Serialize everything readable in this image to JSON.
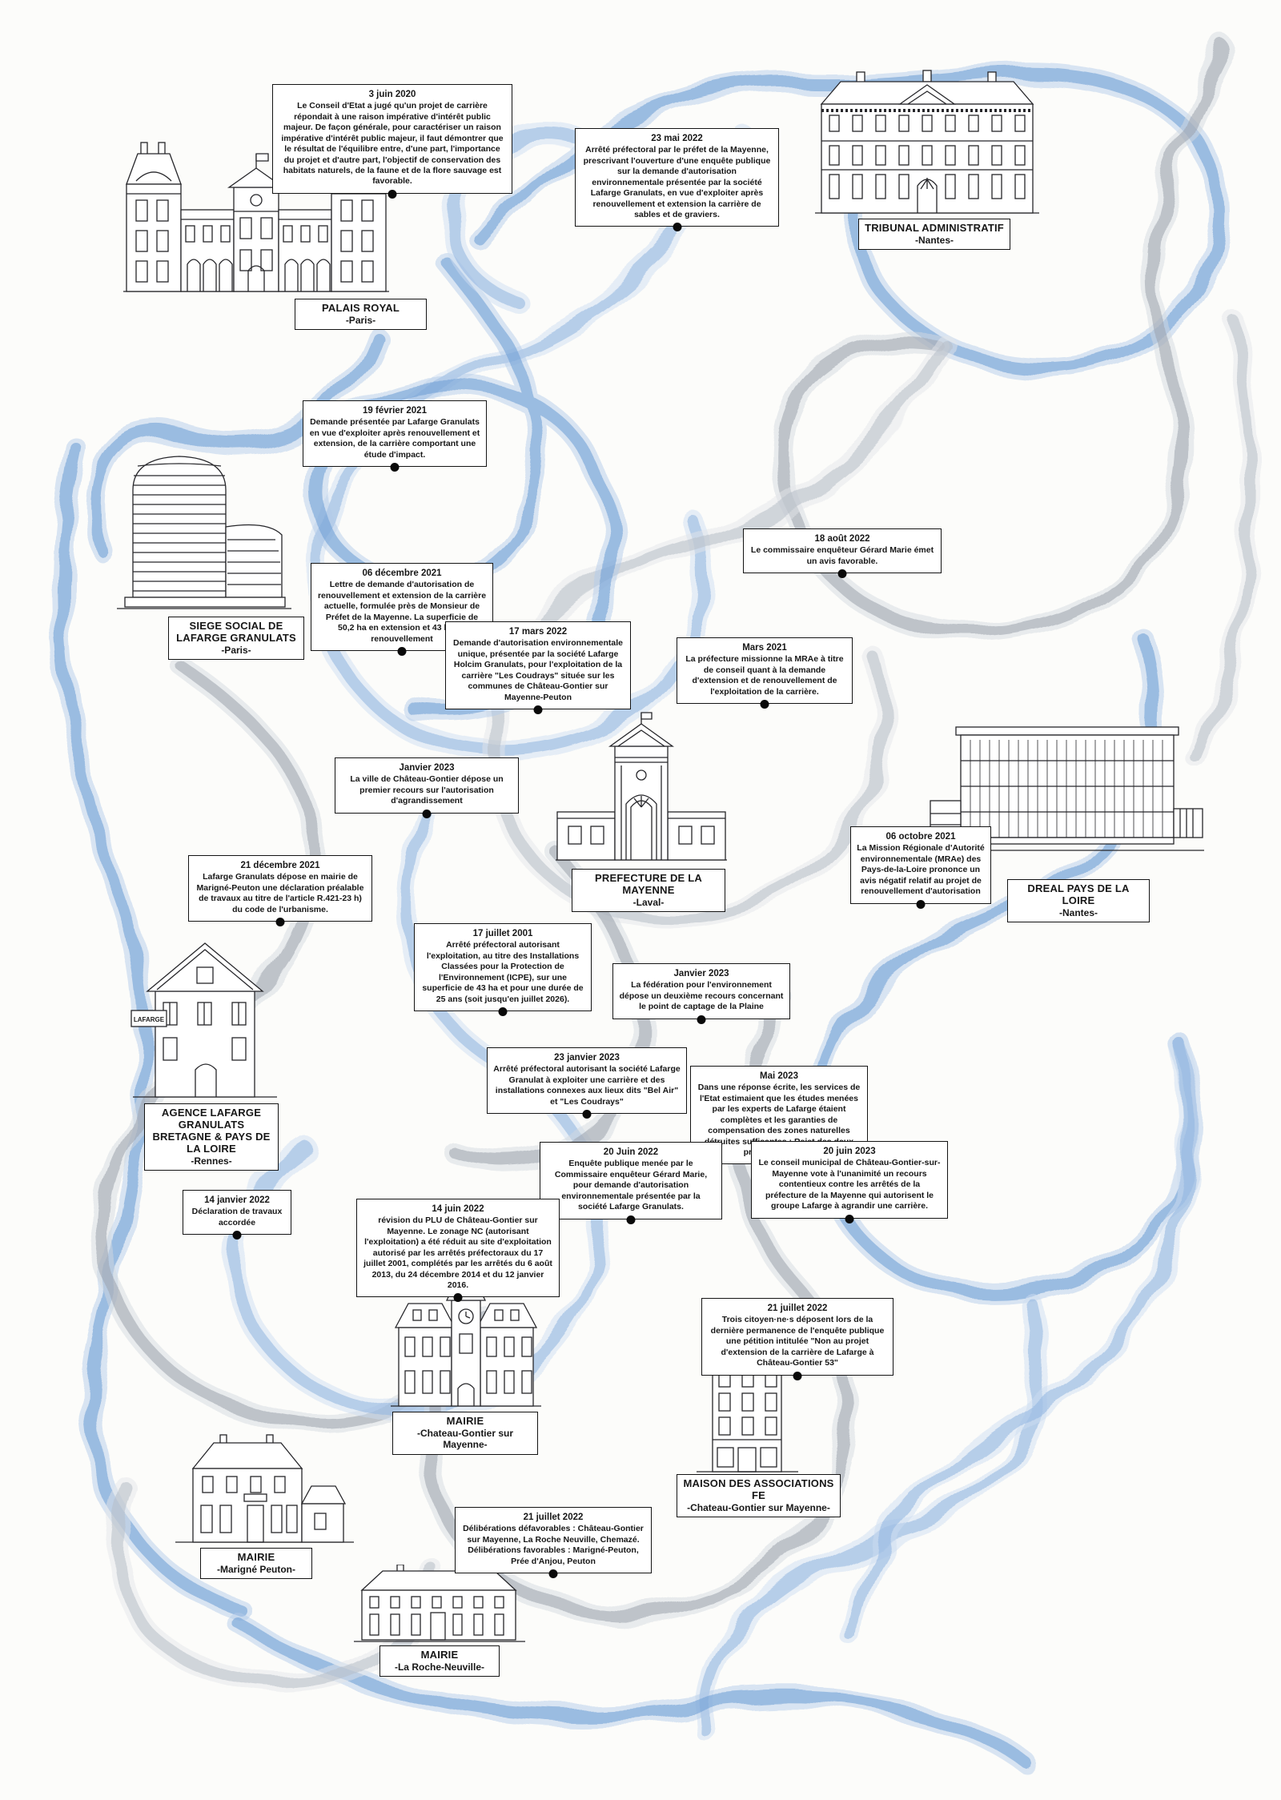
{
  "poster": {
    "background": "#fcfcfa",
    "ink": "#141414"
  },
  "palette": {
    "ribbon_blue": "#6a9bd3",
    "ribbon_blue_light": "#8fb4e0",
    "ribbon_gray": "#9aa2ad",
    "ribbon_gray_light": "#b6bdc7"
  },
  "events": [
    {
      "date": "3 juin 2020",
      "text": "Le Conseil d'Etat a jugé qu'un projet de carrière répondait à une raison impérative d'intérêt public majeur. De façon générale, pour caractériser un raison impérative d'intérêt public majeur, il faut démontrer que le résultat de l'équilibre entre, d'une part, l'importance du projet et d'autre part, l'objectif de conservation des habitats naturels, de la faune et de la flore sauvage est favorable."
    },
    {
      "date": "23 mai 2022",
      "text": "Arrêté préfectoral par le préfet de la Mayenne, prescrivant l'ouverture d'une enquête publique sur la demande d'autorisation environnementale présentée par la société Lafarge Granulats, en vue d'exploiter après renouvellement et extension la carrière de sables et de graviers."
    },
    {
      "date": "19 février 2021",
      "text": "Demande présentée par Lafarge Granulats en vue d'exploiter après renouvellement et extension, de la carrière comportant une étude d'impact."
    },
    {
      "date": "18 août 2022",
      "text": "Le commissaire enquêteur Gérard Marie émet un avis favorable."
    },
    {
      "date": "06 décembre 2021",
      "text": "Lettre de demande d'autorisation de renouvellement et extension de la carrière actuelle, formulée près de Monsieur de Préfet de la Mayenne. La superficie de 50,2 ha en extension et 43 ha en renouvellement"
    },
    {
      "date": "17 mars 2022",
      "text": "Demande d'autorisation environnementale unique, présentée par la société Lafarge Holcim Granulats, pour l'exploitation de la carrière \"Les Coudrays\" située sur les communes de Château-Gontier sur Mayenne-Peuton"
    },
    {
      "date": "Mars 2021",
      "text": "La préfecture missionne la MRAe à titre de conseil quant à la demande d'extension et de renouvellement de l'exploitation de la carrière."
    },
    {
      "date": "Janvier 2023",
      "text": "La ville de Château-Gontier dépose un premier recours sur l'autorisation d'agrandissement"
    },
    {
      "date": "06 octobre 2021",
      "text": "La Mission Régionale d'Autorité environnementale (MRAe) des Pays-de-la-Loire prononce un avis négatif relatif au projet de renouvellement d'autorisation"
    },
    {
      "date": "21 décembre 2021",
      "text": "Lafarge Granulats dépose en mairie de Marigné-Peuton une déclaration préalable de travaux au titre de l'article R.421-23 h) du code de l'urbanisme."
    },
    {
      "date": "17 juillet 2001",
      "text": "Arrêté préfectoral autorisant l'exploitation, au titre des Installations Classées pour la Protection de l'Environnement (ICPE), sur une superficie de 43 ha et pour une durée de 25 ans (soit jusqu'en juillet 2026)."
    },
    {
      "date": "Janvier 2023",
      "text": "La fédération pour l'environnement dépose un deuxième recours concernant le point de captage de la Plaine"
    },
    {
      "date": "23 janvier 2023",
      "text": "Arrêté préfectoral autorisant la société Lafarge Granulat à exploiter une carrière et des installations connexes aux lieux dits \"Bel Air\" et \"Les Coudrays\""
    },
    {
      "date": "Mai 2023",
      "text": "Dans une réponse écrite, les services de l'Etat estimaient que les études menées par les experts de Lafarge étaient complètes et les garanties de compensation des zones naturelles détruites suffisantes : Rejet des deux premiers recours."
    },
    {
      "date": "20 Juin 2022",
      "text": "Enquête publique menée par le Commissaire enquêteur Gérard Marie, pour demande d'autorisation environnementale présentée par la société Lafarge Granulats."
    },
    {
      "date": "20 juin 2023",
      "text": "Le conseil municipal de Château-Gontier-sur-Mayenne vote à l'unanimité un recours contentieux contre les arrêtés de la préfecture de la Mayenne qui autorisent le groupe Lafarge à agrandir une carrière."
    },
    {
      "date": "14 janvier 2022",
      "text": "Déclaration de travaux accordée"
    },
    {
      "date": "14 juin 2022",
      "text": "révision du PLU de Château-Gontier sur Mayenne. Le zonage NC (autorisant l'exploitation) a été réduit au site d'exploitation autorisé par les arrêtés préfectoraux du 17 juillet 2001, complétés par les arrêtés du 6 août 2013, du 24 décembre 2014 et du 12 janvier 2016."
    },
    {
      "date": "21 juillet 2022",
      "text": "Trois citoyen·ne·s déposent lors de la dernière permanence de l'enquête publique une pétition intitulée \"Non au projet d'extension de la carrière de Lafarge à Château-Gontier 53\""
    },
    {
      "date": "21 juillet 2022",
      "text": "Délibérations défavorables : Château-Gontier sur Mayenne, La Roche Neuville, Chemazé.\nDélibérations favorables : Marigné-Peuton, Prée d'Anjou, Peuton"
    }
  ],
  "locations": [
    {
      "name": "PALAIS ROYAL",
      "city": "-Paris-"
    },
    {
      "name": "TRIBUNAL ADMINISTRATIF",
      "city": "-Nantes-"
    },
    {
      "name": "SIEGE SOCIAL DE LAFARGE GRANULATS",
      "city": "-Paris-"
    },
    {
      "name": "PREFECTURE DE LA MAYENNE",
      "city": "-Laval-"
    },
    {
      "name": "DREAL PAYS DE LA LOIRE",
      "city": "-Nantes-"
    },
    {
      "name": "AGENCE LAFARGE GRANULATS BRETAGNE & PAYS DE LA LOIRE",
      "city": "-Rennes-",
      "sign": "LAFARGE"
    },
    {
      "name": "MAIRIE",
      "city": "-Chateau-Gontier sur Mayenne-"
    },
    {
      "name": "MAISON DES ASSOCIATIONS FE",
      "city": "-Chateau-Gontier sur Mayenne-"
    },
    {
      "name": "MAIRIE",
      "city": "-Marigné Peuton-"
    },
    {
      "name": "MAIRIE",
      "city": "-La Roche-Neuville-"
    }
  ]
}
